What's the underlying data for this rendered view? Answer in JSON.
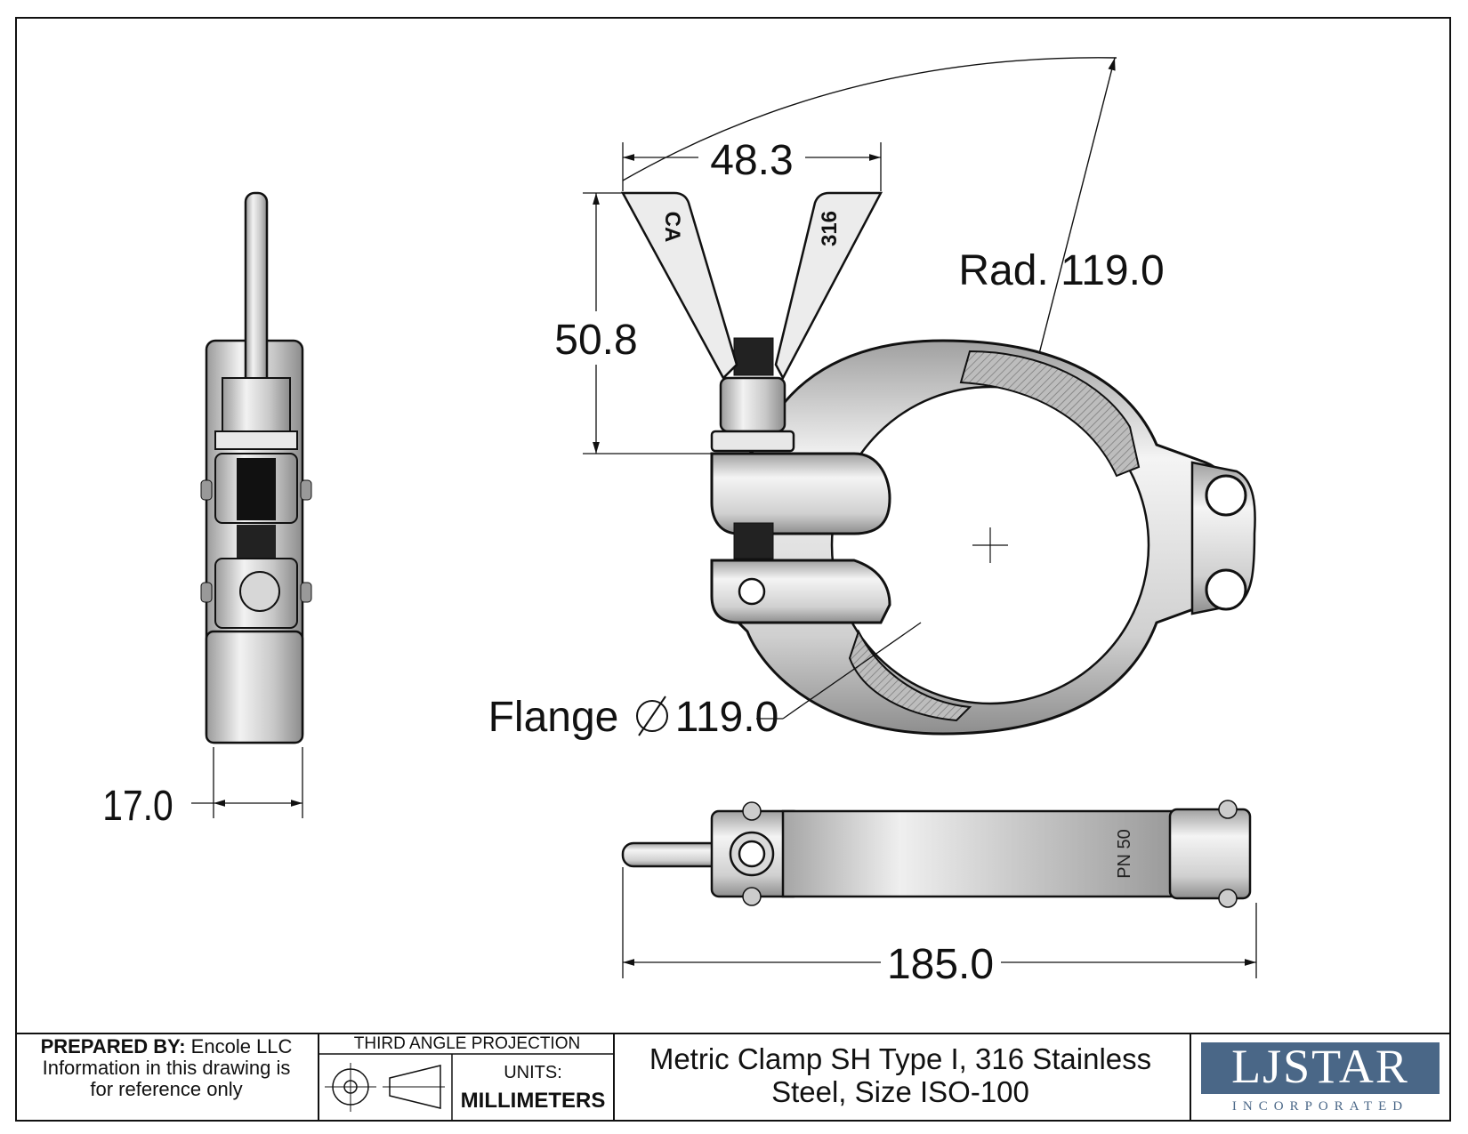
{
  "dimensions": {
    "width_top": "48.3",
    "height_wing": "50.8",
    "radius": "Rad. 119.0",
    "flange_label": "Flange",
    "flange_diameter": "119.0",
    "thickness": "17.0",
    "overall_length": "185.0"
  },
  "part_markings": {
    "wing_left": "CA",
    "wing_right": "316",
    "band": "PN 50"
  },
  "title_block": {
    "prepared_by_label": "PREPARED BY:",
    "prepared_by_value": "Encole LLC",
    "disclaimer_line1": "Information in this drawing is",
    "disclaimer_line2": "for reference only",
    "projection": "THIRD ANGLE PROJECTION",
    "units_label": "UNITS:",
    "units_value": "MILLIMETERS",
    "title_line1": "Metric Clamp SH Type I, 316 Stainless",
    "title_line2": "Steel, Size ISO-100",
    "logo_main": "LJSTAR",
    "logo_sub": "INCORPORATED"
  },
  "colors": {
    "line": "#111111",
    "metal_light": "#e6e6e6",
    "metal_mid": "#b9b9b9",
    "metal_dark": "#8a8a8a",
    "logo_blue": "#4a6787"
  }
}
